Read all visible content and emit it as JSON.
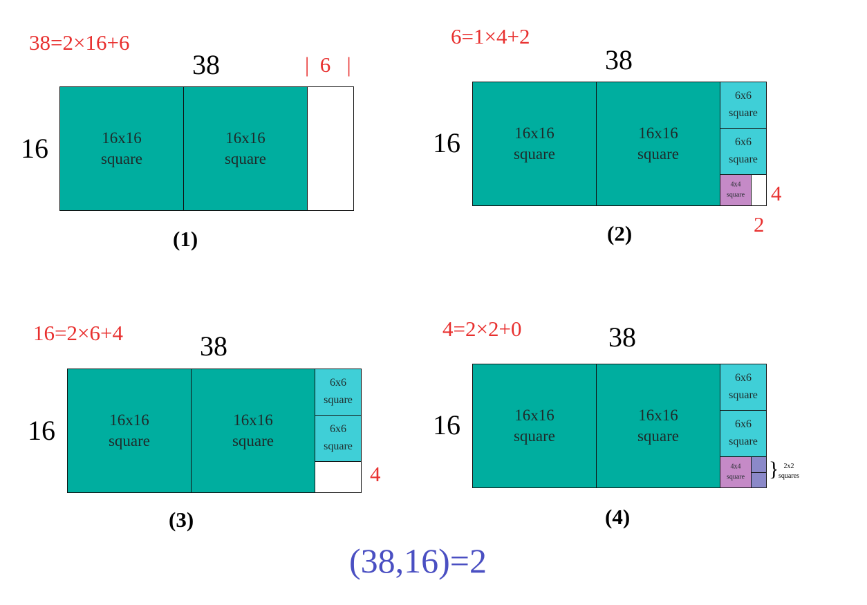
{
  "panels": [
    {
      "equation": "38=2×16+6",
      "width_label": "38",
      "height_label": "16",
      "remainder_width_label": "6",
      "caption": "(1)"
    },
    {
      "equation": "6=1×4+2",
      "width_label": "38",
      "height_label": "16",
      "remainder_height_label": "4",
      "remainder_width_label": "2",
      "caption": "(2)"
    },
    {
      "equation": "16=2×6+4",
      "width_label": "38",
      "height_label": "16",
      "remainder_height_label": "4",
      "caption": "(3)"
    },
    {
      "equation": "4=2×2+0",
      "width_label": "38",
      "height_label": "16",
      "caption": "(4)"
    }
  ],
  "squares": {
    "big_size": "16x16",
    "six_size": "6x6",
    "four_size": "4x4",
    "two_size": "2x2",
    "word": "square",
    "plural_word": "squares"
  },
  "result": "(38,16)=2",
  "colors": {
    "big_square": "#00ae9f",
    "six_square": "#3fcfd7",
    "four_square": "#c58ac7",
    "two_square": "#8b89c9",
    "equation_text": "#e8302f",
    "result_text": "#4a4fc2"
  }
}
